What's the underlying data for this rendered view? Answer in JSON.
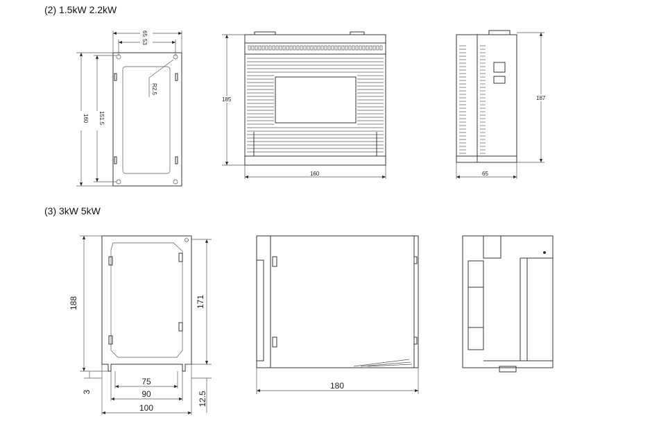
{
  "section2": {
    "heading": "(2)  1.5kW    2.2kW",
    "mount_plate": {
      "width_outer": "65",
      "width_holes": "53",
      "radius": "R2.5",
      "height_outer": "160",
      "height_holes": "151.5"
    },
    "front_view": {
      "height": "185",
      "width": "160"
    },
    "side_view": {
      "height": "187",
      "width": "65"
    }
  },
  "section3": {
    "heading": "(3)  3kW    5kW",
    "mount_plate": {
      "height_outer": "188",
      "height_holes": "171",
      "width_inner": "75",
      "width_holes": "90",
      "width_outer": "100",
      "bottom_offset": "3",
      "bottom_margin": "12.5"
    },
    "front_view": {
      "width": "180"
    }
  }
}
